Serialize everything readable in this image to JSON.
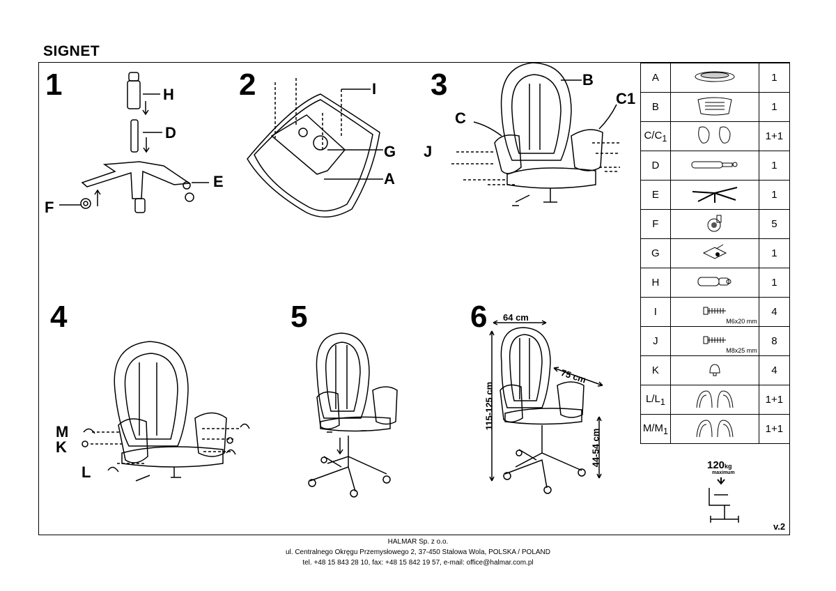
{
  "title": "SIGNET",
  "steps": [
    "1",
    "2",
    "3",
    "4",
    "5",
    "6"
  ],
  "labels": {
    "step1": {
      "H": "H",
      "D": "D",
      "E": "E",
      "F": "F"
    },
    "step2": {
      "I": "I",
      "G": "G",
      "A": "A"
    },
    "step3": {
      "B": "B",
      "C": "C",
      "C1": "C",
      "C1_sub": "1",
      "J": "J"
    },
    "step4": {
      "M": "M",
      "K": "K",
      "L": "L"
    }
  },
  "dimensions": {
    "width": "64 cm",
    "depth": "75 cm",
    "height": "115-125 cm",
    "seat_height": "44-54 cm"
  },
  "parts": [
    {
      "id": "A",
      "icon": "seat-icon",
      "qty": "1",
      "spec": ""
    },
    {
      "id": "B",
      "icon": "backrest-icon",
      "qty": "1",
      "spec": ""
    },
    {
      "id": "C/C",
      "sub": "1",
      "icon": "armrest-icon",
      "qty": "1+1",
      "spec": ""
    },
    {
      "id": "D",
      "icon": "gas-lift-icon",
      "qty": "1",
      "spec": ""
    },
    {
      "id": "E",
      "icon": "star-base-icon",
      "qty": "1",
      "spec": ""
    },
    {
      "id": "F",
      "icon": "caster-icon",
      "qty": "5",
      "spec": ""
    },
    {
      "id": "G",
      "icon": "mechanism-icon",
      "qty": "1",
      "spec": ""
    },
    {
      "id": "H",
      "icon": "cylinder-cover-icon",
      "qty": "1",
      "spec": ""
    },
    {
      "id": "I",
      "icon": "screw-icon",
      "qty": "4",
      "spec": "M6x20 mm"
    },
    {
      "id": "J",
      "icon": "screw-icon",
      "qty": "8",
      "spec": "M8x25 mm"
    },
    {
      "id": "K",
      "icon": "cap-icon",
      "qty": "4",
      "spec": ""
    },
    {
      "id": "L/L",
      "sub": "1",
      "icon": "side-cover-icon",
      "qty": "1+1",
      "spec": ""
    },
    {
      "id": "M/M",
      "sub": "1",
      "icon": "side-cover-icon",
      "qty": "1+1",
      "spec": ""
    }
  ],
  "weight": {
    "value": "120",
    "unit": "kg",
    "note": "maximum"
  },
  "version": "v.2",
  "footer": {
    "company": "HALMAR Sp. z o.o.",
    "address": "ul. Centralnego Okręgu Przemysłowego 2, 37-450 Stalowa Wola, POLSKA / POLAND",
    "contact": "tel. +48 15 843 28 10, fax: +48 15 842 19 57, e-mail: office@halmar.com.pl"
  }
}
